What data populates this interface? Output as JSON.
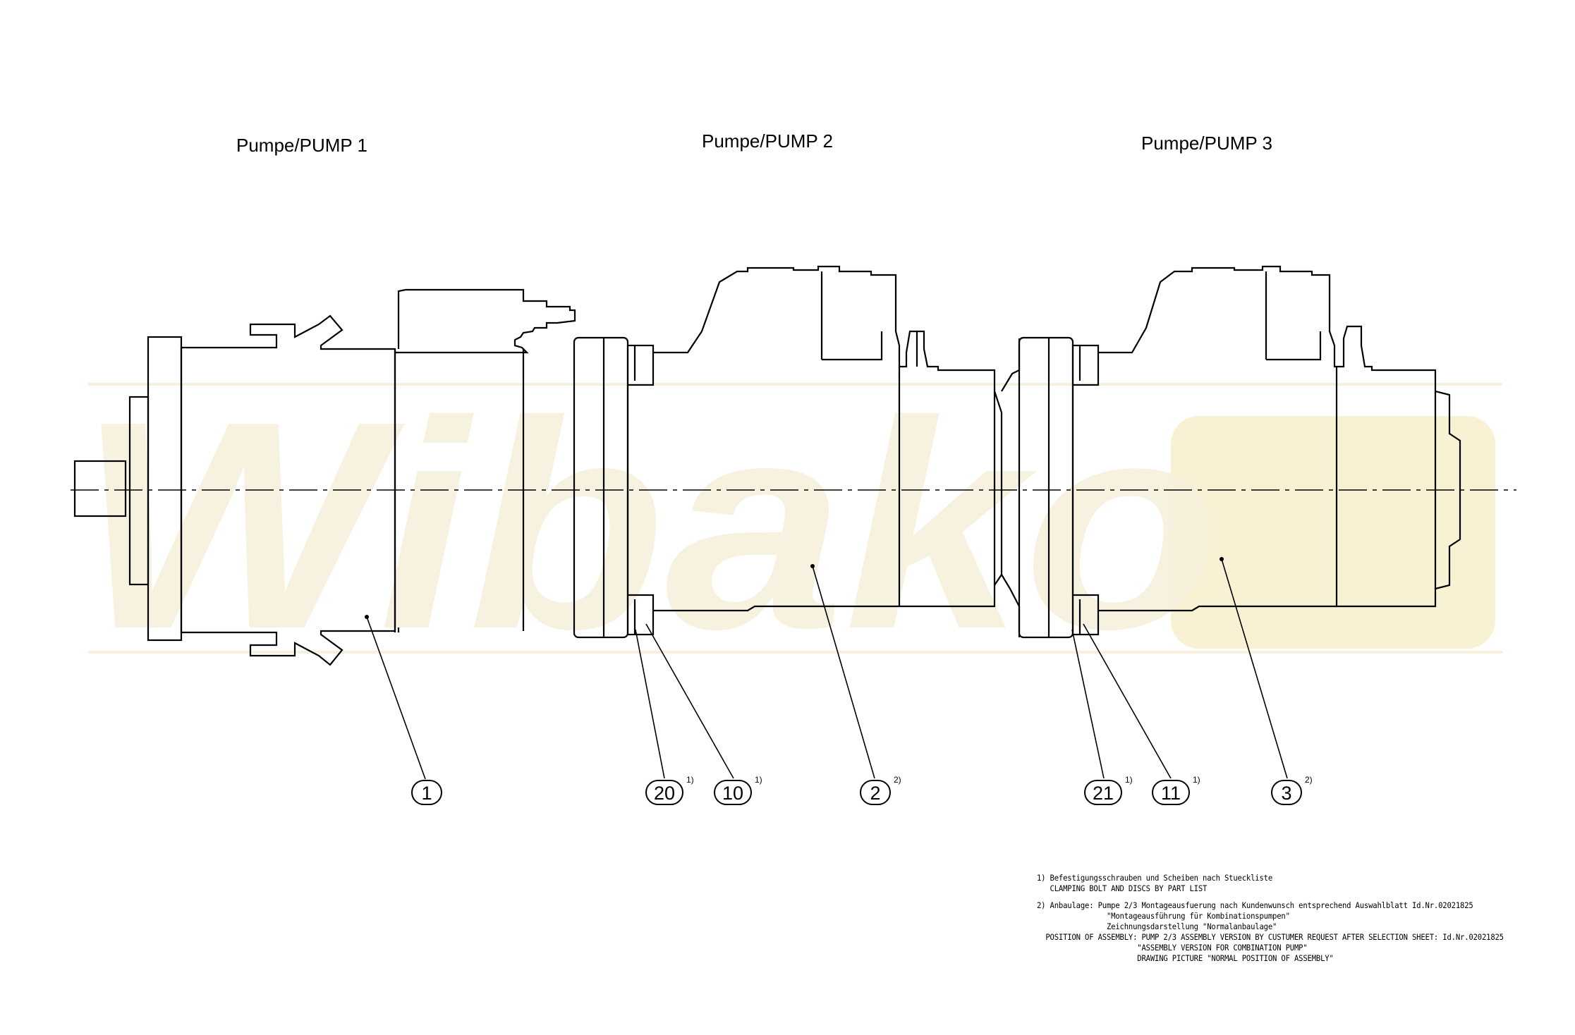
{
  "pump_titles": [
    "Pumpe/PUMP 1",
    "Pumpe/PUMP 2",
    "Pumpe/PUMP 3"
  ],
  "watermark": "Wibako",
  "callouts": [
    {
      "number": "1",
      "sup": ""
    },
    {
      "number": "20",
      "sup": "1)"
    },
    {
      "number": "10",
      "sup": "1)"
    },
    {
      "number": "2",
      "sup": "2)"
    },
    {
      "number": "21",
      "sup": "1)"
    },
    {
      "number": "11",
      "sup": "1)"
    },
    {
      "number": "3",
      "sup": "2)"
    }
  ],
  "notes": {
    "note1": [
      "1) Befestigungsschrauben und Scheiben nach Stueckliste",
      "   CLAMPING BOLT AND DISCS BY PART LIST"
    ],
    "note2": [
      "2) Anbaulage: Pumpe 2/3 Montageausfuerung nach Kundenwunsch entsprechend Auswahlblatt Id.Nr.02021825",
      "                \"Montageausführung für Kombinationspumpen\"",
      "                Zeichnungsdarstellung \"Normalanbaulage\"",
      "  POSITION OF ASSEMBLY: PUMP 2/3 ASSEMBLY VERSION BY CUSTUMER REQUEST AFTER SELECTION SHEET: Id.Nr.02021825",
      "                       \"ASSEMBLY VERSION FOR COMBINATION PUMP\"",
      "                       DRAWING PICTURE \"NORMAL POSITION OF ASSEMBLY\""
    ]
  },
  "colors": {
    "line": "#000000",
    "watermark": "#f7f1dc",
    "watermark_badge": "#f6e9bd"
  }
}
